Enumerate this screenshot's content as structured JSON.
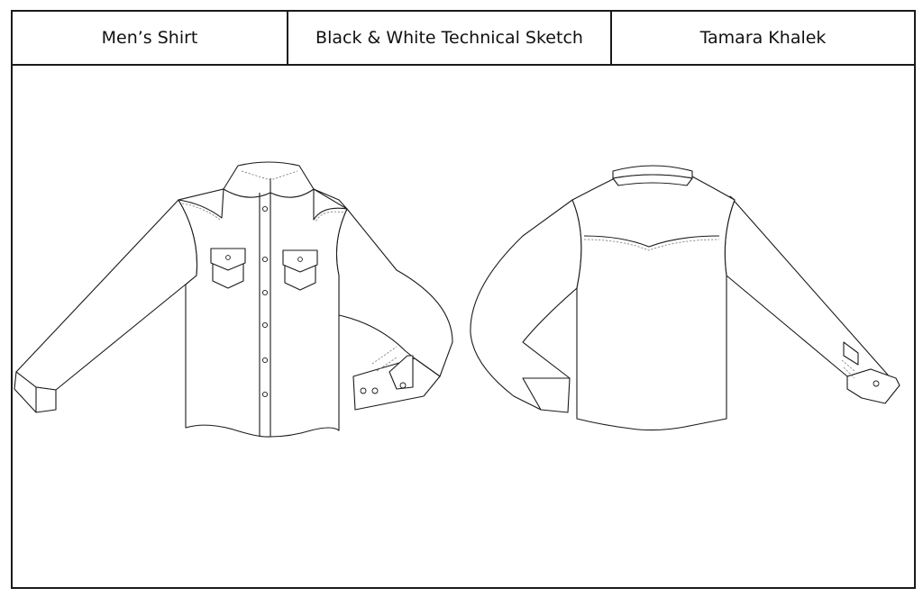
{
  "header": {
    "garment": "Men’s Shirt",
    "sheet_type": "Black & White Technical Sketch",
    "designer": "Tamara Khalek"
  },
  "colors": {
    "line": "#1a1a1a",
    "fill": "#ffffff",
    "stitch": "#777777"
  }
}
